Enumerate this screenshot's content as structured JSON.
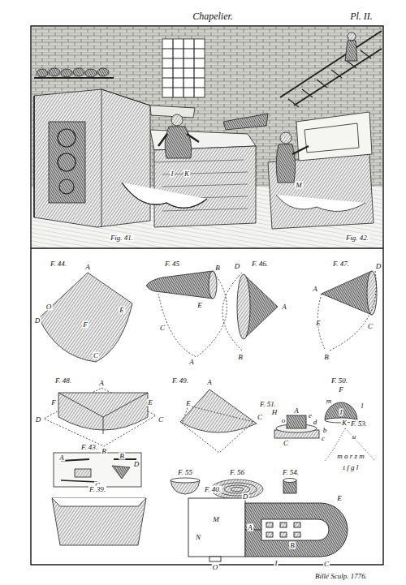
{
  "diagram": {
    "title": "Chapelier.",
    "labels": [
      "Pl. II.",
      "Fig. 41.",
      "Fig. 42.",
      "I",
      "K",
      "M",
      "F. 44.",
      "A",
      "O",
      "D",
      "E",
      "F",
      "C",
      "F. 45",
      "B",
      "E",
      "A",
      "C",
      "F. 46.",
      "D",
      "A",
      "B",
      "F. 47.",
      "A",
      "D",
      "E",
      "C",
      "B",
      "F. 48.",
      "A",
      "F",
      "E",
      "D",
      "C",
      "B",
      "F. 49.",
      "A",
      "E",
      "C",
      "F. 50.",
      "F",
      "m",
      "I",
      "l",
      "F. 51.",
      "H",
      "A",
      "o",
      "e",
      "d",
      "b",
      "C",
      "c",
      "F. 53.",
      "K",
      "u",
      "m a r z m",
      "t f g l",
      "F. 43.",
      "A",
      "B",
      "C",
      "D",
      "F. 55",
      "F. 56",
      "F. 54.",
      "F. 39.",
      "F. 40.",
      "D",
      "E",
      "M",
      "N",
      "A",
      "B",
      "O",
      "I",
      "C",
      "Billé Sculp. 1776."
    ]
  }
}
